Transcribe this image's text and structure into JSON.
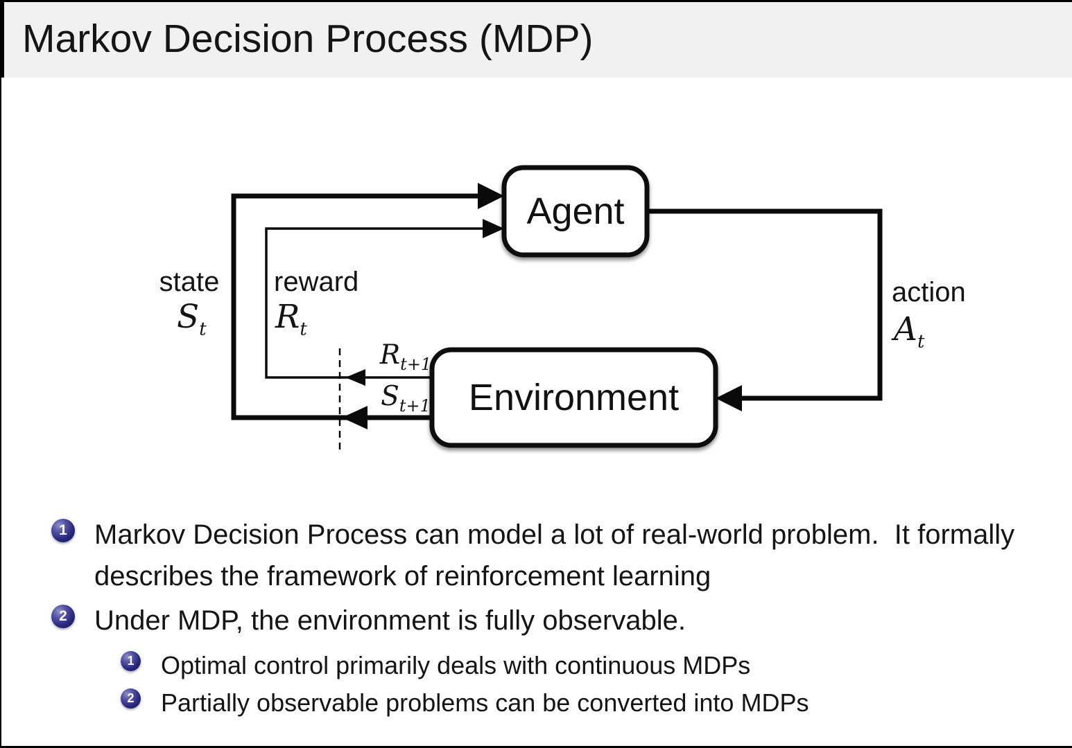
{
  "header": {
    "title": "Markov Decision Process (MDP)"
  },
  "diagram": {
    "agent_label": "Agent",
    "environment_label": "Environment",
    "state_label": "state",
    "state_symbol": {
      "base": "S",
      "sub": "t"
    },
    "reward_label": "reward",
    "reward_symbol": {
      "base": "R",
      "sub": "t"
    },
    "action_label": "action",
    "action_symbol": {
      "base": "A",
      "sub": "t"
    },
    "next_reward_symbol": {
      "base": "R",
      "sub": "t+1"
    },
    "next_state_symbol": {
      "base": "S",
      "sub": "t+1"
    }
  },
  "bullets": {
    "items": [
      {
        "number": "1",
        "text": "Markov Decision Process can model a lot of real-world problem.  It formally describes the framework of reinforcement learning"
      },
      {
        "number": "2",
        "text": "Under MDP, the environment is fully observable."
      }
    ],
    "sub_items": [
      {
        "number": "1",
        "text": "Optimal control primarily deals with continuous MDPs"
      },
      {
        "number": "2",
        "text": "Partially observable problems can be converted into MDPs"
      }
    ]
  },
  "colors": {
    "header_bg": "#f1f1f1",
    "slide_bg": "#ffffff",
    "line_color": "#0a0a0a",
    "text_color": "#141414",
    "bullet_ball": "#28287f"
  }
}
